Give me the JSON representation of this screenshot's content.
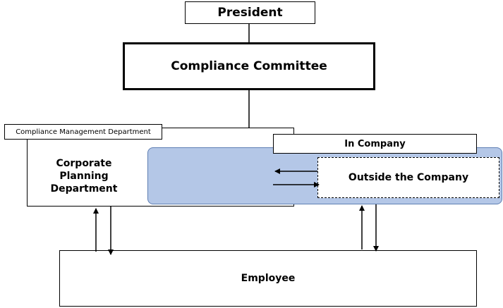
{
  "org_chart": {
    "president": "President",
    "committee": "Compliance Committee",
    "compliance_management_department": "Compliance Management Department",
    "corporate_planning_department": "Corporate\nPlanning\nDepartment",
    "in_company": "In Company",
    "outside_company": "Outside the Company",
    "employee": "Employee"
  },
  "colors": {
    "in_company_fill": "#b4c7e7",
    "line": "#000000"
  }
}
